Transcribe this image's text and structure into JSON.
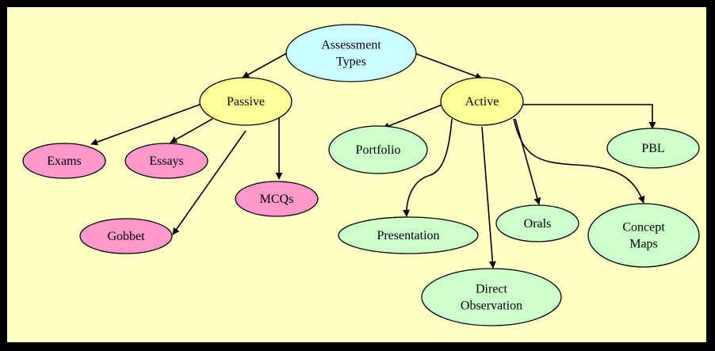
{
  "colors": {
    "frame": "#000000",
    "panel_background": "#ffffc6",
    "root_fill": "#ccffff",
    "category_fill": "#ffff99",
    "passive_fill": "#ff99cc",
    "active_fill": "#ccffcc",
    "stroke": "#000000"
  },
  "nodes": [
    {
      "id": "root",
      "lines": [
        "Assessment",
        "Types"
      ],
      "group": "root"
    },
    {
      "id": "passive",
      "lines": [
        "Passive"
      ],
      "group": "category"
    },
    {
      "id": "active",
      "lines": [
        "Active"
      ],
      "group": "category"
    },
    {
      "id": "exams",
      "lines": [
        "Exams"
      ],
      "group": "passive"
    },
    {
      "id": "essays",
      "lines": [
        "Essays"
      ],
      "group": "passive"
    },
    {
      "id": "mcqs",
      "lines": [
        "MCQs"
      ],
      "group": "passive"
    },
    {
      "id": "gobbet",
      "lines": [
        "Gobbet"
      ],
      "group": "passive"
    },
    {
      "id": "portfolio",
      "lines": [
        "Portfolio"
      ],
      "group": "active"
    },
    {
      "id": "pbl",
      "lines": [
        "PBL"
      ],
      "group": "active"
    },
    {
      "id": "presentation",
      "lines": [
        "Presentation"
      ],
      "group": "active"
    },
    {
      "id": "orals",
      "lines": [
        "Orals"
      ],
      "group": "active"
    },
    {
      "id": "concept-maps",
      "lines": [
        "Concept",
        "Maps"
      ],
      "group": "active"
    },
    {
      "id": "direct-observation",
      "lines": [
        "Direct",
        "Observation"
      ],
      "group": "active"
    }
  ],
  "edges": [
    {
      "from": "root",
      "to": "passive"
    },
    {
      "from": "root",
      "to": "active"
    },
    {
      "from": "passive",
      "to": "exams"
    },
    {
      "from": "passive",
      "to": "essays"
    },
    {
      "from": "passive",
      "to": "mcqs"
    },
    {
      "from": "passive",
      "to": "gobbet"
    },
    {
      "from": "active",
      "to": "portfolio"
    },
    {
      "from": "active",
      "to": "pbl"
    },
    {
      "from": "active",
      "to": "presentation"
    },
    {
      "from": "active",
      "to": "direct-observation"
    },
    {
      "from": "active",
      "to": "orals"
    },
    {
      "from": "active",
      "to": "concept-maps"
    }
  ]
}
